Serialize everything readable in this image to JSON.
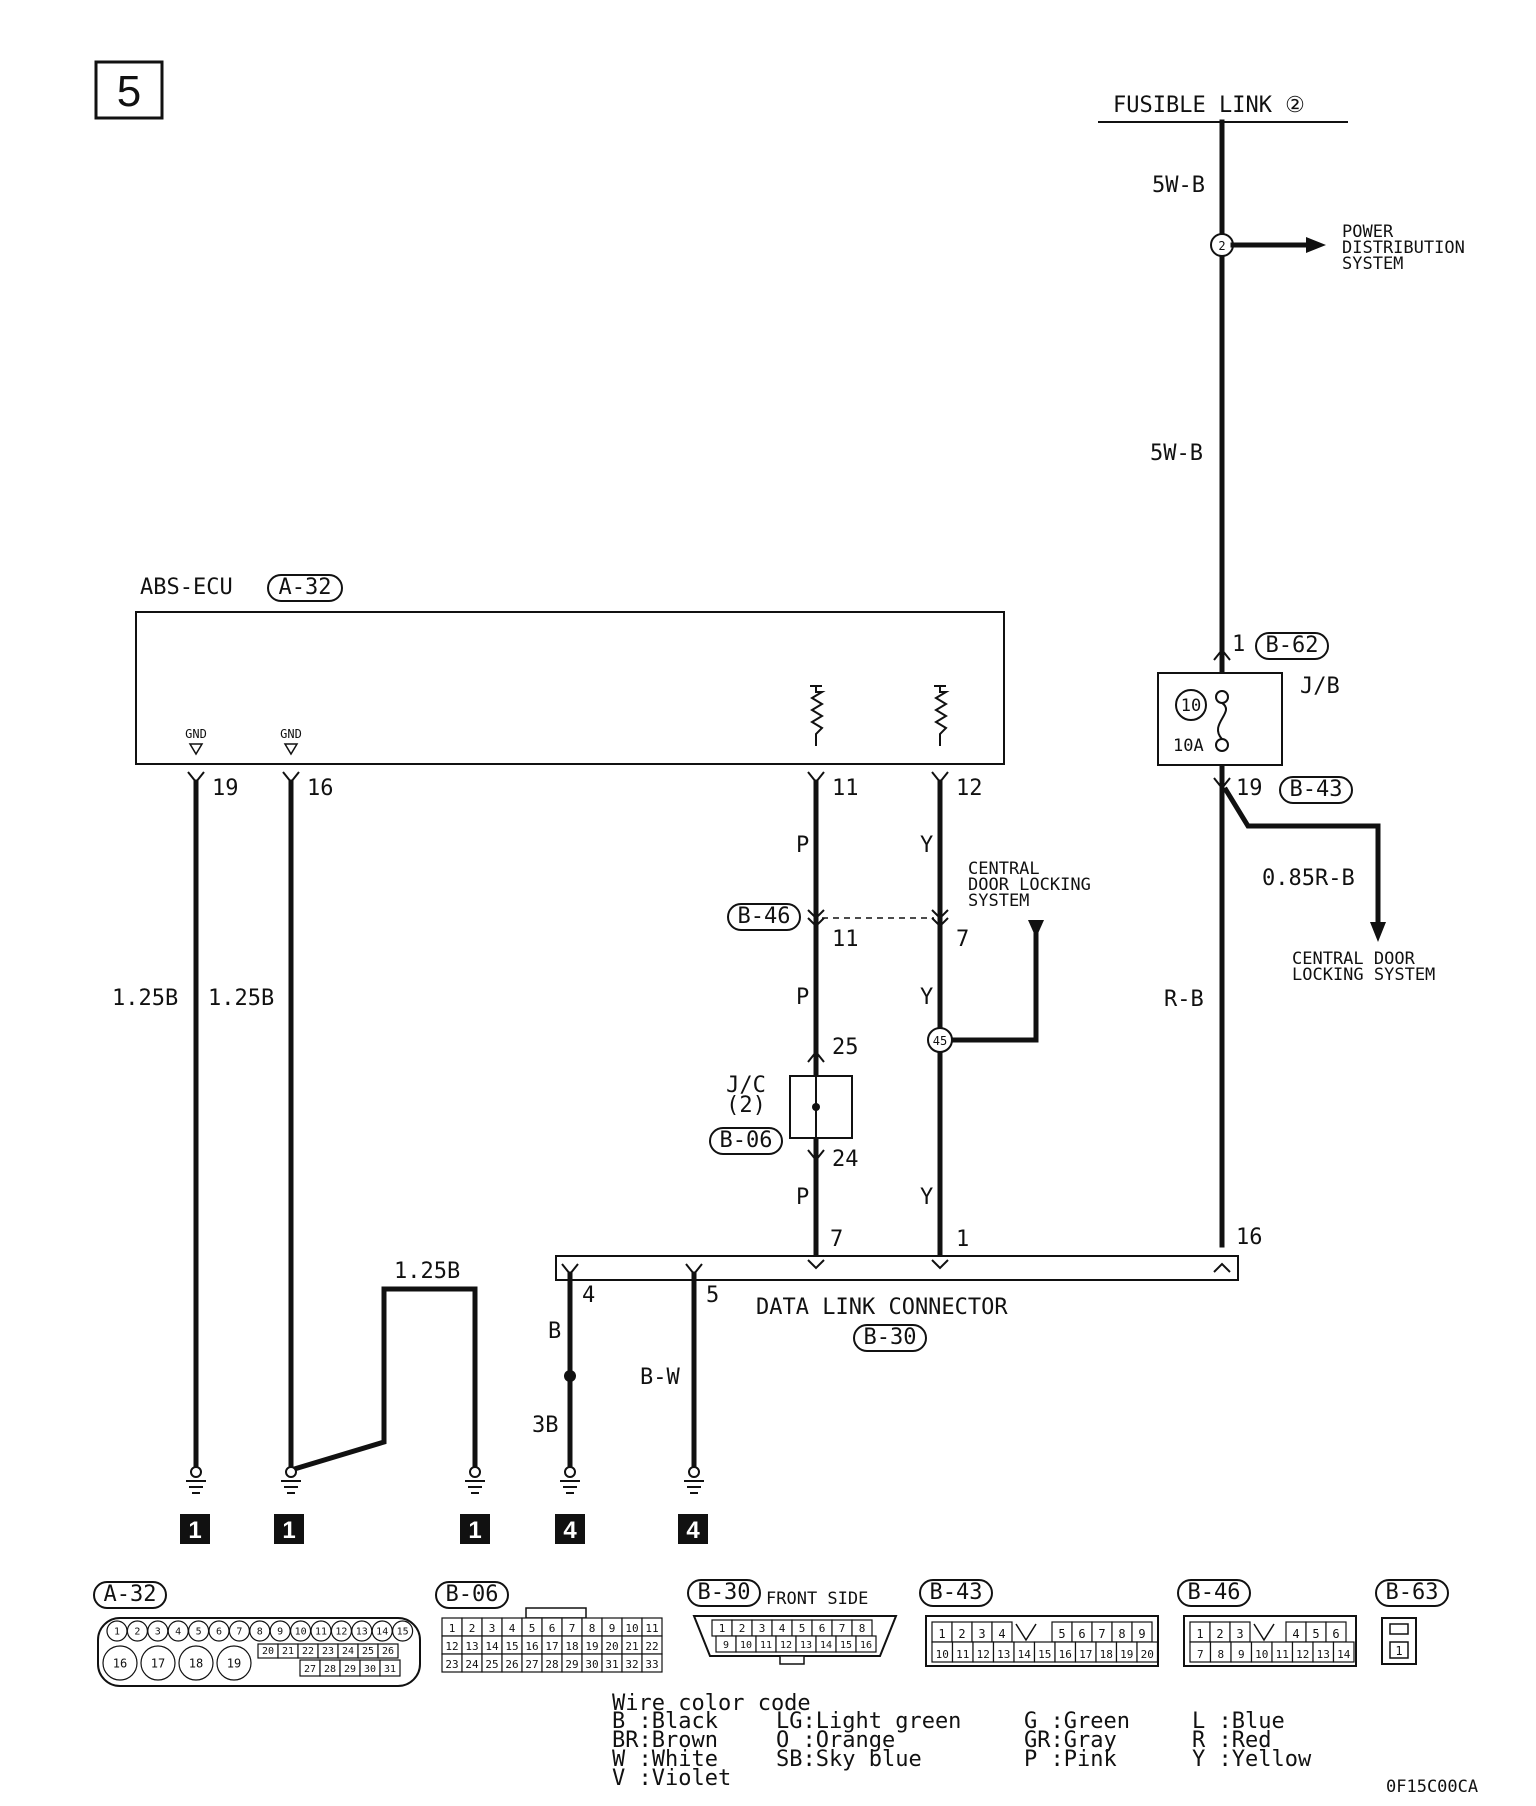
{
  "page_number": "5",
  "fusible_link": "FUSIBLE LINK ②",
  "power_distribution": [
    "POWER",
    "DISTRIBUTION",
    "SYSTEM"
  ],
  "splice_2": "2",
  "wire_5wb": "5W-B",
  "abs_ecu": {
    "name": "ABS-ECU",
    "ref": "A-32",
    "gnd": "GND",
    "pins": {
      "p19": "19",
      "p16": "16",
      "p11": "11",
      "p12": "12"
    }
  },
  "jb": {
    "label": "J/B",
    "fuse_no": "10",
    "amps": "10A",
    "pin_in": "1",
    "conn_in": "B-62",
    "pin_out": "19",
    "conn_out": "B-43"
  },
  "wires": {
    "p": "P",
    "y": "Y",
    "b125": "1.25B",
    "r085": "0.85R-B",
    "rb": "R-B",
    "b": "B",
    "b3": "3B",
    "bw": "B-W"
  },
  "b46": {
    "ref": "B-46",
    "pin11": "11",
    "pin7": "7"
  },
  "central_door_1": [
    "CENTRAL",
    "DOOR LOCKING",
    "SYSTEM"
  ],
  "central_door_2": [
    "CENTRAL DOOR",
    "LOCKING SYSTEM"
  ],
  "splice_45": "45",
  "jc": {
    "label": "J/C",
    "sub": "(2)",
    "ref": "B-06",
    "pin25": "25",
    "pin24": "24"
  },
  "dlc": {
    "name": "DATA LINK CONNECTOR",
    "ref": "B-30",
    "pins": {
      "p4": "4",
      "p5": "5",
      "p7": "7",
      "p1": "1",
      "p16": "16"
    }
  },
  "grounds": [
    "1",
    "1",
    "1",
    "4",
    "4"
  ],
  "connectors": {
    "a32": "A-32",
    "b06": "B-06",
    "b30": "B-30",
    "b30_side": "FRONT SIDE",
    "b43": "B-43",
    "b46": "B-46",
    "b63": "B-63",
    "a32_top": [
      "1",
      "2",
      "3",
      "4",
      "5",
      "6",
      "7",
      "8",
      "9",
      "10",
      "11",
      "12",
      "13",
      "14",
      "15"
    ],
    "a32_mid": [
      "20",
      "21",
      "22",
      "23",
      "24",
      "25",
      "26"
    ],
    "a32_big": [
      "16",
      "17",
      "18",
      "19"
    ],
    "a32_bot": [
      "27",
      "28",
      "29",
      "30",
      "31"
    ],
    "b06_r1": [
      "1",
      "2",
      "3",
      "4",
      "5",
      "6",
      "7",
      "8",
      "9",
      "10",
      "11"
    ],
    "b06_r2": [
      "12",
      "13",
      "14",
      "15",
      "16",
      "17",
      "18",
      "19",
      "20",
      "21",
      "22"
    ],
    "b06_r3": [
      "23",
      "24",
      "25",
      "26",
      "27",
      "28",
      "29",
      "30",
      "31",
      "32",
      "33"
    ],
    "b30_r1": [
      "1",
      "2",
      "3",
      "4",
      "5",
      "6",
      "7",
      "8"
    ],
    "b30_r2": [
      "9",
      "10",
      "11",
      "12",
      "13",
      "14",
      "15",
      "16"
    ],
    "b43_r1a": [
      "1",
      "2",
      "3",
      "4"
    ],
    "b43_r1b": [
      "5",
      "6",
      "7",
      "8",
      "9"
    ],
    "b43_r2": [
      "10",
      "11",
      "12",
      "13",
      "14",
      "15",
      "16",
      "17",
      "18",
      "19",
      "20"
    ],
    "b46_r1a": [
      "1",
      "2",
      "3"
    ],
    "b46_r1b": [
      "4",
      "5",
      "6"
    ],
    "b46_r2": [
      "7",
      "8",
      "9",
      "10",
      "11",
      "12",
      "13",
      "14"
    ],
    "b63_pin": "1"
  },
  "wire_color_code": {
    "title": "Wire color code",
    "col1": [
      "B :Black",
      "BR:Brown",
      "W :White",
      "V :Violet"
    ],
    "col2": [
      "LG:Light green",
      "O :Orange",
      "SB:Sky blue"
    ],
    "col3": [
      "G :Green",
      "GR:Gray",
      "P :Pink"
    ],
    "col4": [
      "L :Blue",
      "R :Red",
      "Y :Yellow"
    ]
  },
  "figure_code": "0F15C00CA"
}
